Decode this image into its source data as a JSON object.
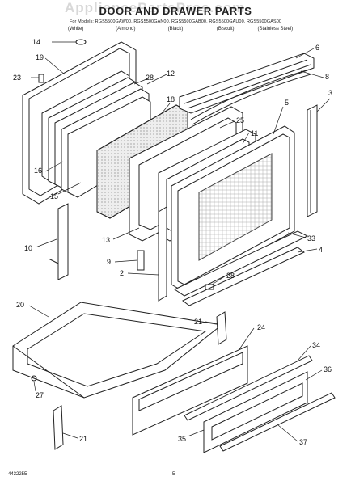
{
  "header": {
    "watermark": "AppliancePartsPros.com",
    "title": "DOOR AND DRAWER PARTS",
    "models": "For Models: RGS5500GAW00, RGS5500GAN00, RGS5500GAB00, RGS5500GAU00, RGS5500GAS00",
    "colors": [
      "(White)",
      "(Almond)",
      "(Black)",
      "(Biscuit)",
      "(Stainless Steel)"
    ]
  },
  "callouts": {
    "c14": "14",
    "c19": "19",
    "c23": "23",
    "c28a": "28",
    "c12": "12",
    "c18": "18",
    "c6": "6",
    "c8": "8",
    "c3": "3",
    "c5": "5",
    "c25": "25",
    "c11": "11",
    "c15": "15",
    "c16": "16",
    "c13": "13",
    "c10": "10",
    "c9": "9",
    "c2": "2",
    "c33": "33",
    "c4": "4",
    "c28b": "28",
    "c20": "20",
    "c21a": "21",
    "c24": "24",
    "c27": "27",
    "c34": "34",
    "c36": "36",
    "c21b": "21",
    "c35": "35",
    "c37": "37"
  },
  "footer": {
    "doc_number": "4432255",
    "page": "5"
  }
}
